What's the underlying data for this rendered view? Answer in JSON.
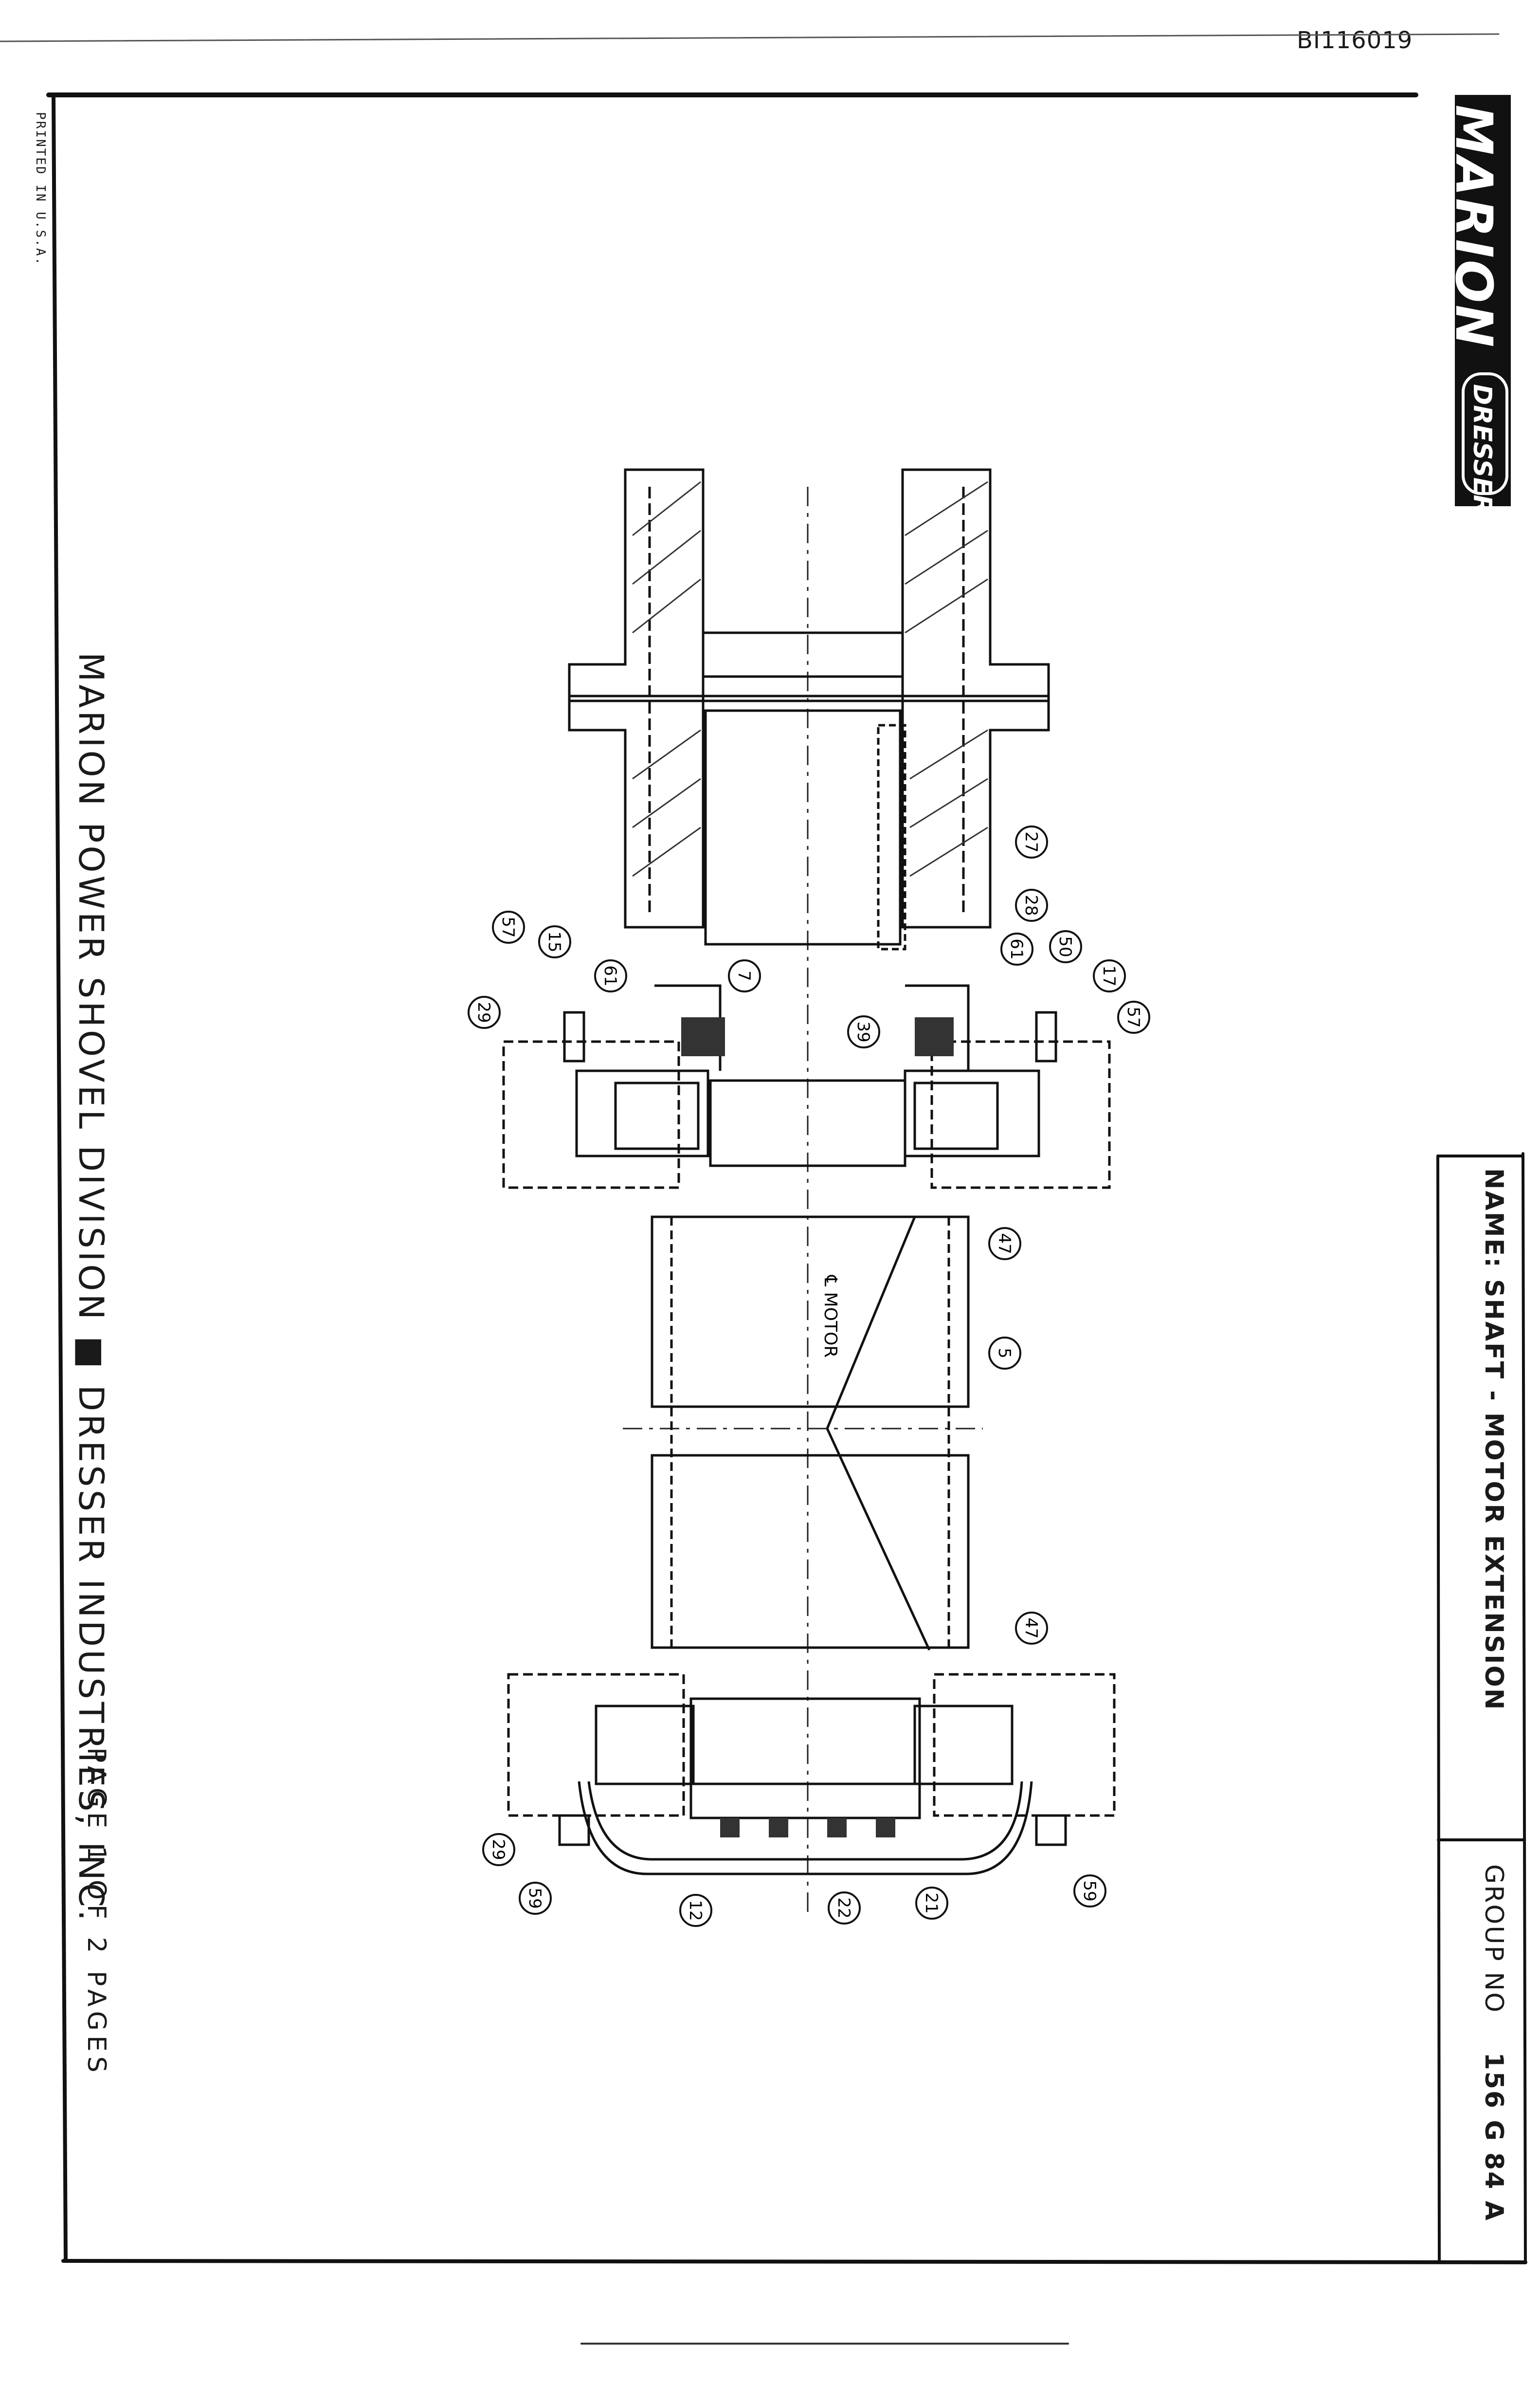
{
  "document_id": "BI116019",
  "printed_note": "PRINTED IN U.S.A.",
  "logo": {
    "main": "MARION",
    "sub": "DRESSER"
  },
  "title_block": {
    "name_label": "NAME: SHAFT - MOTOR EXTENSION",
    "group_label": "GROUP NO",
    "group_value": "156 G 84 A"
  },
  "footer": {
    "company": "MARION POWER SHOVEL DIVISION ■ DRESSER INDUSTRIES, INC.",
    "page": "PAGE 1 OF 2 PAGES"
  },
  "drawing": {
    "centerline_label": "℄ MOTOR",
    "callouts": [
      "57",
      "15",
      "61",
      "7",
      "29",
      "27",
      "28",
      "50",
      "61",
      "17",
      "39",
      "57",
      "47",
      "5",
      "47",
      "29",
      "59",
      "12",
      "22",
      "21",
      "59"
    ]
  }
}
